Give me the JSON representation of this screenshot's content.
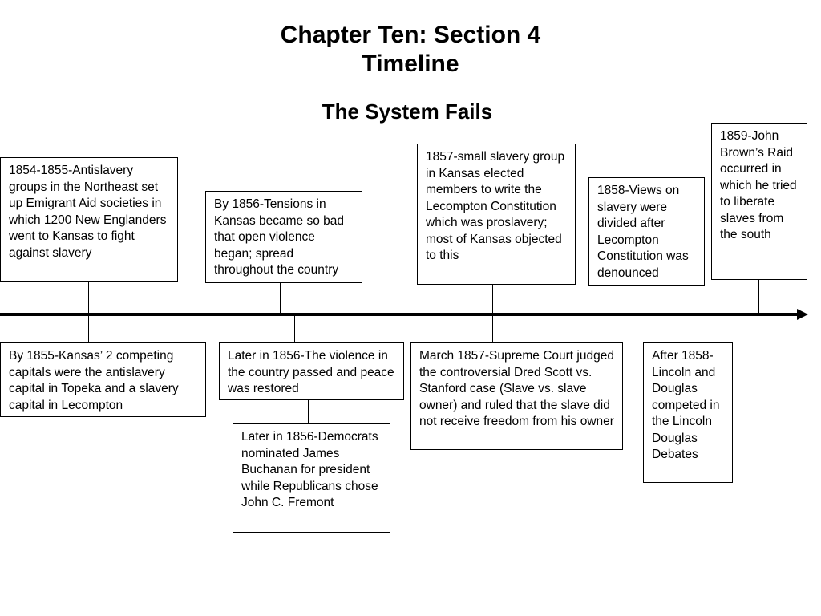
{
  "title": "Chapter  Ten: Section 4\nTimeline",
  "subtitle": "The System Fails",
  "events_above": [
    {
      "text": "1854-1855-Antislavery groups in the Northeast set up Emigrant Aid societies in which 1200 New Englanders went to Kansas to fight against slavery"
    },
    {
      "text": "By 1856-Tensions in Kansas became so bad that open violence began; spread throughout the country"
    },
    {
      "text": "1857-small slavery group in Kansas elected members to write the Lecompton Constitution which was proslavery; most of Kansas objected to this"
    },
    {
      "text": "1858-Views on slavery were divided after Lecompton Constitution was denounced"
    },
    {
      "text": "1859-John Brown’s Raid occurred in which he tried to liberate slaves from the south"
    }
  ],
  "events_below": [
    {
      "text": "By 1855-Kansas’ 2 competing capitals  were the antislavery capital in Topeka and a slavery capital in Lecompton"
    },
    {
      "text": "Later in 1856-The violence in the country passed and peace was restored"
    },
    {
      "text": "Later in 1856-Democrats nominated James Buchanan for president while Republicans chose John C. Fremont"
    },
    {
      "text": "March 1857-Supreme Court judged the controversial  Dred Scott vs. Stanford case (Slave vs. slave owner) and ruled that the slave did not receive freedom from his owner"
    },
    {
      "text": "After 1858-Lincoln and Douglas competed in the Lincoln Douglas Debates"
    }
  ]
}
